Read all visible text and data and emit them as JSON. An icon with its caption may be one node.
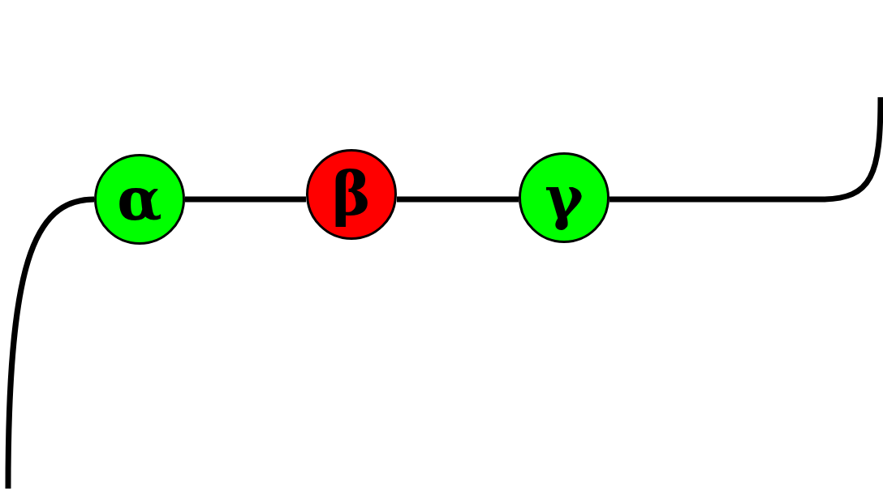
{
  "diagram": {
    "nodes": [
      {
        "text": [
          "α"
        ]
      },
      {
        "text": [
          "β"
        ]
      },
      {
        "text": [
          "γ"
        ]
      }
    ],
    "edges": [
      {
        "from": null,
        "to": 0,
        "arrow": "none"
      },
      {
        "from": 0,
        "to": 1,
        "arrow": "none"
      },
      {
        "from": 1,
        "to": 2,
        "arrow": "none"
      },
      {
        "from": 2,
        "to": null,
        "arrow": "none"
      }
    ]
  }
}
